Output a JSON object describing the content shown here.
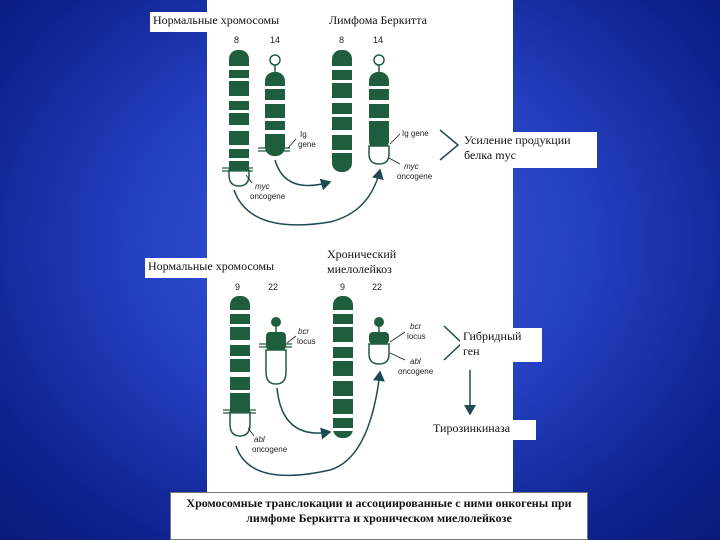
{
  "labels": {
    "normal_top": "Нормальные хромосомы",
    "burkitt": "Лимфома Беркитта",
    "myc_increase": "Усиление продукции белка myc",
    "normal_bottom": "Нормальные хромосомы",
    "cml": "Хронический миелолейкоз",
    "hybrid_gene": "Гибридный ген",
    "tyrosine_kinase": "Тирозинкиназа"
  },
  "caption": "Хромосомные транслокации и ассоциированные с ними онкогены при лимфоме Беркитта и хроническом миелолейкозе",
  "diagram_top": {
    "chromosome_numbers": [
      "8",
      "14",
      "8",
      "14"
    ],
    "ig_gene_left": [
      "Ig",
      "gene"
    ],
    "ig_gene_right": "Ig gene",
    "myc_left": [
      "myc",
      "oncogene"
    ],
    "myc_right": [
      "myc",
      "oncogene"
    ]
  },
  "diagram_bottom": {
    "chromosome_numbers": [
      "9",
      "22",
      "9",
      "22"
    ],
    "bcr_left": [
      "bcr",
      "locus"
    ],
    "bcr_right": [
      "bcr",
      "locus"
    ],
    "abl_left": [
      "abl",
      "oncogene"
    ],
    "abl_right": [
      "abl",
      "oncogene"
    ]
  },
  "colors": {
    "background": "#2340c0",
    "chromosome": "#1e5e3e",
    "panel": "#ffffff"
  }
}
